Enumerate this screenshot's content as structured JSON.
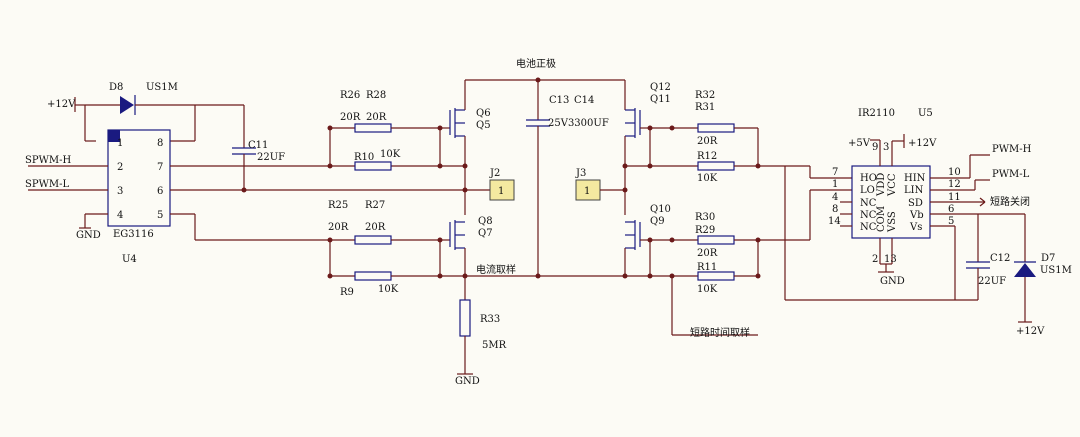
{
  "labels": {
    "d8": "D8",
    "d8_part": "US1M",
    "plus12_left": "+12V",
    "c11": "C11",
    "c11_val": "22UF",
    "spwm_h": "SPWM-H",
    "spwm_l": "SPWM-L",
    "gnd_u4": "GND",
    "u4_part": "EG3116",
    "u4": "U4",
    "u4_pins": [
      "1",
      "2",
      "3",
      "4",
      "8",
      "7",
      "6",
      "5"
    ],
    "r26": "R26",
    "r28": "R28",
    "r26_val": "20R",
    "r28_val": "20R",
    "r10": "R10",
    "r10_val": "10K",
    "q6": "Q6",
    "q5": "Q5",
    "q8": "Q8",
    "q7": "Q7",
    "r25": "R25",
    "r27": "R27",
    "r25_val": "20R",
    "r27_val": "20R",
    "r9": "R9",
    "r9_val": "10K",
    "bus_pos": "电池正极",
    "c13": "C13",
    "c14": "C14",
    "c13_val": "25V3300UF",
    "j2": "J2",
    "j2_pin": "1",
    "j3": "J3",
    "j3_pin": "1",
    "current_sense": "电流取样",
    "r33": "R33",
    "r33_val": "5MR",
    "gnd_r33": "GND",
    "q12": "Q12",
    "q11": "Q11",
    "q10": "Q10",
    "q9": "Q9",
    "r32": "R32",
    "r31": "R31",
    "r32_val": "20R",
    "r12": "R12",
    "r12_val": "10K",
    "r30": "R30",
    "r29": "R29",
    "r29_val": "20R",
    "r11": "R11",
    "r11_val": "10K",
    "short_time": "短路时间取样",
    "ir2110": "IR2110",
    "u5": "U5",
    "plus5": "+5V",
    "plus12_u5": "+12V",
    "u5_left_pins": [
      "7",
      "1",
      "4",
      "8",
      "14"
    ],
    "u5_left_names": [
      "HO",
      "LO",
      "NC",
      "NC",
      "NC"
    ],
    "u5_right_names": [
      "HIN",
      "LIN",
      "SD",
      "Vb",
      "Vs"
    ],
    "u5_right_pins": [
      "10",
      "12",
      "11",
      "6",
      "5"
    ],
    "u5_vert": [
      "VDD",
      "VCC",
      "COM",
      "VSS"
    ],
    "u5_top_pins": [
      "9",
      "3"
    ],
    "u5_bot_pins": [
      "2",
      "13"
    ],
    "gnd_u5": "GND",
    "pwm_h": "PWM-H",
    "pwm_l": "PWM-L",
    "short_off": "短路关闭",
    "c12": "C12",
    "c12_val": "22UF",
    "d7": "D7",
    "d7_part": "US1M",
    "plus12_d7": "+12V"
  }
}
